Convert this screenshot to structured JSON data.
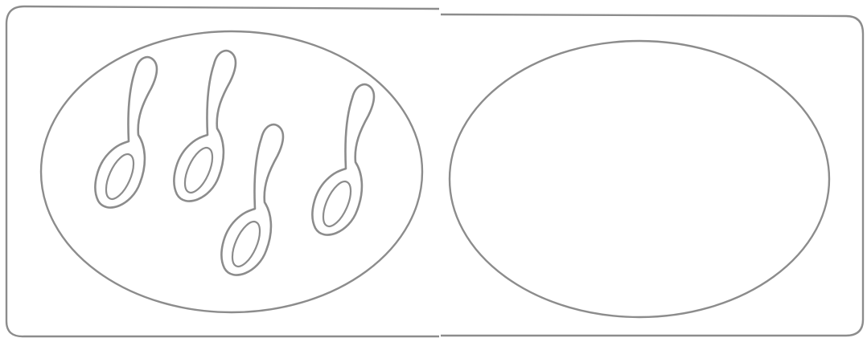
{
  "figure": {
    "panels": [
      {
        "id": "panel-left",
        "contents": "spoons",
        "spoon_count": 4
      },
      {
        "id": "panel-right",
        "contents": "empty"
      }
    ],
    "colors": {
      "stroke": "#8c8c8c",
      "background": "#ffffff"
    }
  }
}
